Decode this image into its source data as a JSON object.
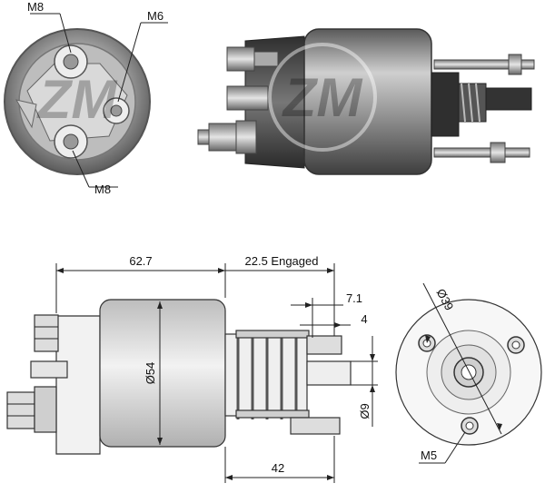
{
  "photo_end_view": {
    "labels": {
      "top_left": "M8",
      "top_right": "M6",
      "bottom": "M8"
    }
  },
  "photo_side_view": {
    "watermark_lettering": "ZM"
  },
  "drawing": {
    "dimensions": {
      "total_length": "62.7",
      "stroke_engaged": "22.5 Engaged",
      "dim_7_1": "7.1",
      "dim_4": "4",
      "body_diameter": "Ø54",
      "plunger_diameter": "Ø9",
      "bottom_length": "42",
      "bolt_circle": "Ø39",
      "mount_thread": "M5"
    }
  },
  "colors": {
    "metal_dark": "#4a4a4a",
    "metal_mid": "#8a8a8a",
    "metal_light": "#cfcfcf",
    "line": "#222222"
  }
}
